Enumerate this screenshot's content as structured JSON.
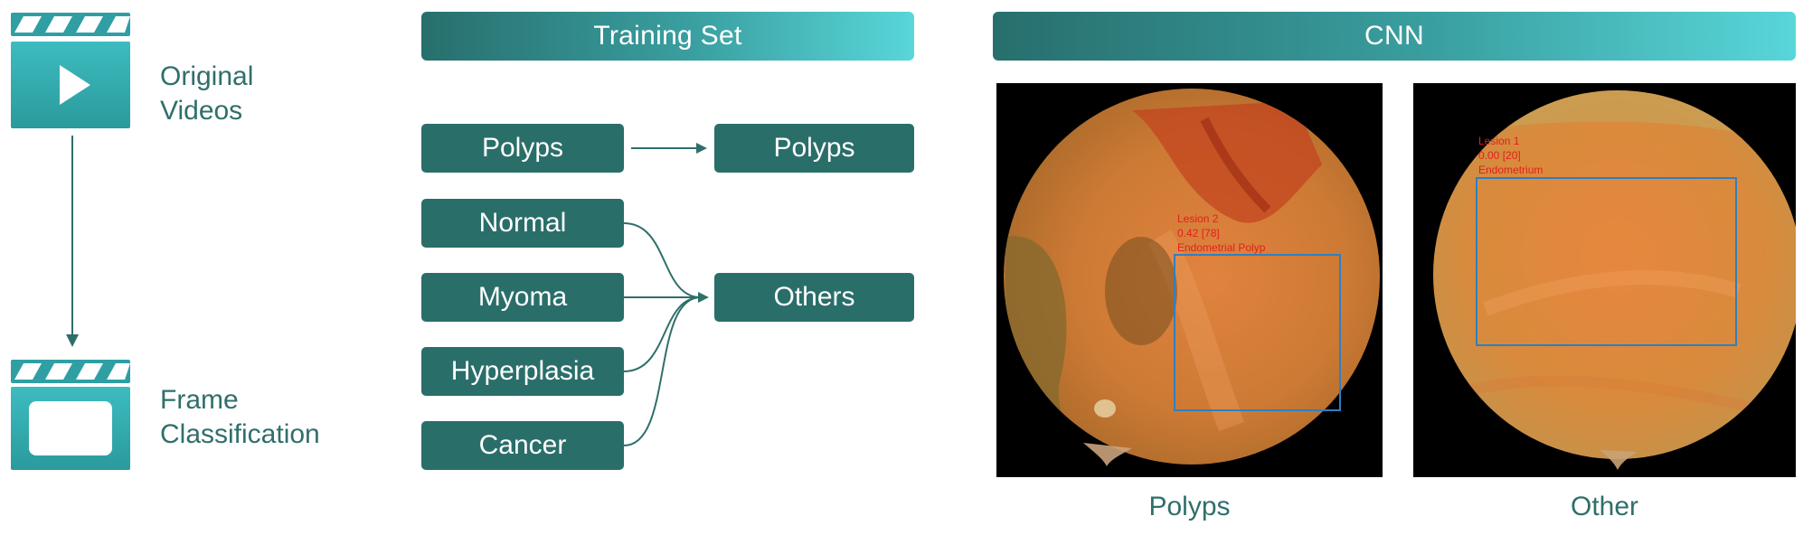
{
  "pipeline": {
    "original_videos_label": "Original\nVideos",
    "frame_classification_label": "Frame\nClassification",
    "original_videos_icon": "video-clapperboard-icon",
    "frame_classification_icon": "frame-clapperboard-icon"
  },
  "training_set": {
    "header": "Training Set",
    "source_classes": [
      "Polyps",
      "Normal",
      "Myoma",
      "Hyperplasia",
      "Cancer"
    ],
    "target_classes": [
      "Polyps",
      "Others"
    ]
  },
  "cnn": {
    "header": "CNN",
    "panels": [
      {
        "caption": "Polyps",
        "detection_text": [
          "Lesion 2",
          "0.42 [78]",
          "Endometrial Polyp"
        ]
      },
      {
        "caption": "Other",
        "detection_text": [
          "Lesion 1",
          "0.00 [20]",
          "Endometrium"
        ]
      }
    ]
  },
  "colors": {
    "primary_teal": "#2a6e6a",
    "gradient_start": "#276f6d",
    "gradient_end": "#58d6d9",
    "icon_teal": "#33a8ac",
    "bbox_blue": "#2f7fc1",
    "detection_text_red": "#e0201c"
  }
}
